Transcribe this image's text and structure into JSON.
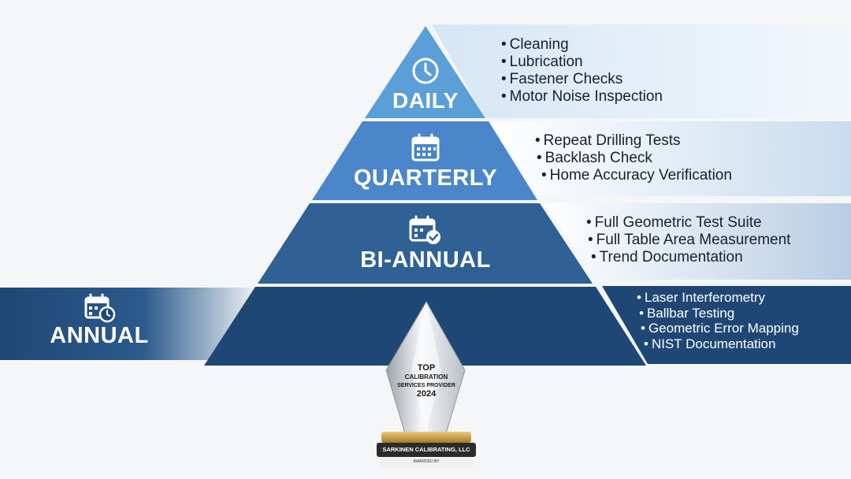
{
  "colors": {
    "daily": "#5b9fd8",
    "quarterly": "#4a86c9",
    "biannual": "#2f6195",
    "annual": "#1f4775",
    "panel_light": "#dde9f5"
  },
  "tiers": [
    {
      "label": "DAILY",
      "icon": "clock-icon",
      "items": [
        "Cleaning",
        "Lubrication",
        "Fastener Checks",
        "Motor Noise Inspection"
      ]
    },
    {
      "label": "QUARTERLY",
      "icon": "calendar-icon",
      "items": [
        "Repeat Drilling Tests",
        "Backlash Check",
        "Home Accuracy Verification"
      ]
    },
    {
      "label": "BI-ANNUAL",
      "icon": "calendar-check-icon",
      "items": [
        "Full Geometric Test Suite",
        "Full Table Area Measurement",
        "Trend Documentation"
      ]
    },
    {
      "label": "ANNUAL",
      "icon": "calendar-clock-icon",
      "items": [
        "Laser Interferometry",
        "Ballbar Testing",
        "Geometric Error Mapping",
        "NIST Documentation"
      ]
    }
  ],
  "award": {
    "line1": "TOP",
    "line2": "CALIBRATION",
    "line3": "SERVICES PROVIDER",
    "year": "2024",
    "company": "SARKINEN CALIBRATING, LLC",
    "awarded_by": "AWARDED BY"
  }
}
